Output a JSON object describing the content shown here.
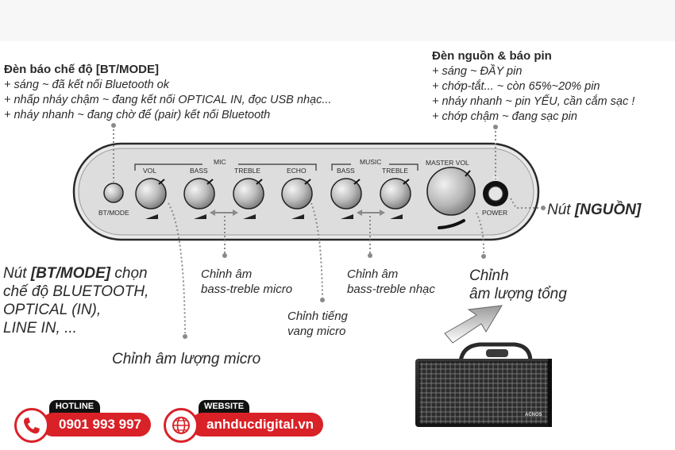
{
  "mode_led": {
    "title": "Đèn báo chế độ [BT/MODE]",
    "lines": [
      "+ sáng ~ đã kết nối Bluetooth ok",
      "+ nhấp nháy chậm ~ đang kết nối OPTICAL IN, đọc USB nhạc...",
      "+ nháy nhanh ~ đang chờ để (pair) kết nối Bluetooth"
    ]
  },
  "power_led": {
    "title": "Đèn nguồn & báo pin",
    "lines": [
      "+ sáng ~ ĐẦY pin",
      "+ chớp-tắt... ~ còn 65%~20% pin",
      "+ nháy nhanh ~ pin YẾU, cần cắm sạc !",
      "+ chớp chậm ~ đang sạc pin"
    ]
  },
  "panel": {
    "group_mic": "MIC",
    "group_music": "MUSIC",
    "knobs": [
      "VOL",
      "BASS",
      "TREBLE",
      "ECHO",
      "BASS",
      "TREBLE"
    ],
    "master": "MASTER VOL",
    "mode_button": "BT/MODE",
    "power_button": "POWER"
  },
  "captions": {
    "power_btn_prefix": "Nút ",
    "power_btn_name": "[NGUỒN]",
    "mode_btn_prefix": "Nút ",
    "mode_btn_name": "[BT/MODE]",
    "mode_btn_rest": " chọn",
    "mode_btn_lines": [
      "chế độ BLUETOOTH,",
      "OPTICAL (IN),",
      "LINE IN, ..."
    ],
    "mic_bt_1": "Chỉnh âm",
    "mic_bt_2": "bass-treble micro",
    "music_bt_1": "Chỉnh âm",
    "music_bt_2": "bass-treble nhạc",
    "master_1": "Chỉnh",
    "master_2": "âm lượng tổng",
    "echo_1": "Chỉnh tiếng",
    "echo_2": "vang micro",
    "mic_vol": "Chỉnh âm lượng micro"
  },
  "footer": {
    "hotline_label": "HOTLINE",
    "hotline_number": "0901 993 997",
    "website_label": "WEBSITE",
    "website_url": "anhducdigital.vn",
    "accent": "#d92128"
  },
  "speaker": {
    "brand": "ACNOS"
  }
}
